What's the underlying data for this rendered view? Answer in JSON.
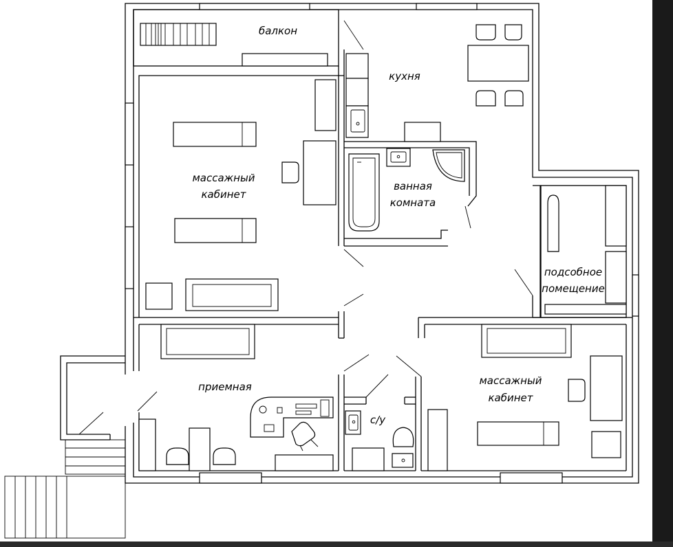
{
  "rooms": {
    "balcony": "балкон",
    "kitchen": "кухня",
    "massage_room_1": [
      "массажный",
      "кабинет"
    ],
    "bathroom": [
      "ванная",
      "комната"
    ],
    "utility_room": [
      "подсобное",
      "помещение"
    ],
    "reception": "приемная",
    "wc": "с/у",
    "massage_room_2": [
      "массажный",
      "кабинет"
    ]
  },
  "colors": {
    "line": "#000000",
    "background": "#ffffff",
    "side_bar": "#1a1a1a"
  }
}
